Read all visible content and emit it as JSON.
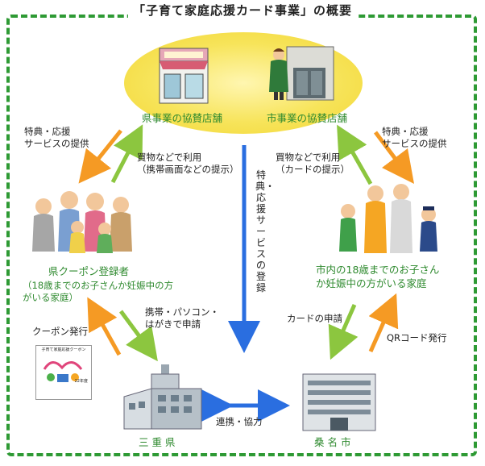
{
  "title": "「子育て家庭応援カード事業」の概要",
  "nodes": {
    "pref_shops": "県事業の協賛店舗",
    "city_shops": "市事業の協賛店舗",
    "pref_registrants": "県クーポン登録者",
    "pref_registrants_desc_1": "（18歳までのお子さんか妊娠中の方",
    "pref_registrants_desc_2": "がいる家庭）",
    "city_families_1": "市内の18歳までのお子さん",
    "city_families_2": "か妊娠中の方がいる家庭",
    "mie": "三 重 県",
    "kuwana": "桑 名 市"
  },
  "flows": {
    "benefit_left_1": "特典・応援",
    "benefit_left_2": "サービスの提供",
    "benefit_right_1": "特典・応援",
    "benefit_right_2": "サービスの提供",
    "use_left_1": "買物などで利用",
    "use_left_2": "（携帯画面などの提示）",
    "use_right_1": "買物などで利用",
    "use_right_2": "（カードの提示）",
    "registration_vertical": "特典・応援サービスの登録",
    "apply_mobile_1": "携帯・パソコン・",
    "apply_mobile_2": "はがきで申請",
    "coupon_issue": "クーポン発行",
    "card_apply": "カードの申請",
    "qr_issue": "QRコード発行",
    "cooperation": "連携・協力"
  },
  "coupon_card": {
    "header": "子育て家庭応援クーポン",
    "year": "22年度"
  },
  "colors": {
    "border": "#2e9a34",
    "arrow_orange": "#f59a24",
    "arrow_green": "#8cc63f",
    "arrow_blue": "#2a6ee0",
    "label_green": "#2f8a2f"
  }
}
